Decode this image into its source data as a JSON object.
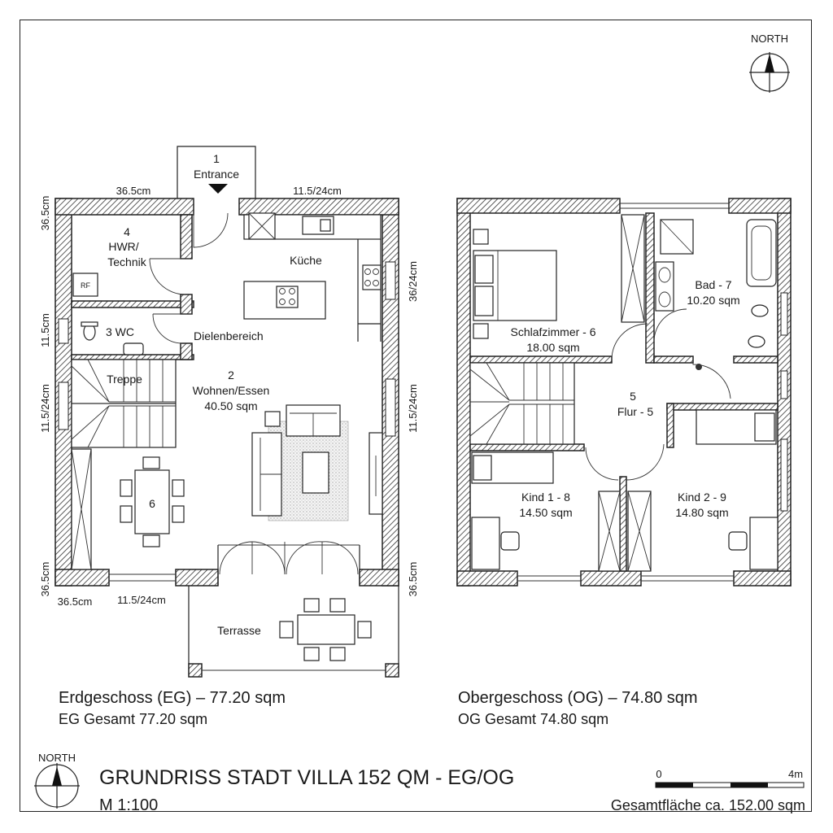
{
  "compass": {
    "label": "NORTH"
  },
  "legend_compass": {
    "label": "NORTH"
  },
  "ground_floor": {
    "entrance": {
      "number": "1",
      "label": "Entrance"
    },
    "hwr": {
      "number": "4",
      "line1": "HWR/",
      "line2": "Technik",
      "tag": "RF"
    },
    "wc": {
      "label": "3  WC"
    },
    "kitchen": {
      "label": "Küche"
    },
    "hall": {
      "label": "Dielenbereich"
    },
    "stair": {
      "label": "Treppe"
    },
    "living": {
      "number": "2",
      "name": "Wohnen/Essen",
      "area": "40.50 sqm"
    },
    "dining": {
      "number": "6"
    },
    "terrace": {
      "label": "Terrasse"
    },
    "dims": {
      "top_left": "36.5cm",
      "top_right": "11.5/24cm",
      "left_top": "36.5cm",
      "left_mid": "11.5cm",
      "left_low": "11.5/24cm",
      "right_top": "36/24cm",
      "right_mid": "11.5/24cm",
      "right_low": "36.5cm",
      "bottom_corner": "36.5cm",
      "bottom_left": "36.5cm",
      "bottom_mid": "11.5/24cm"
    },
    "caption": "Erdgeschoss (EG) – 77.20 sqm",
    "total": "EG Gesamt  77.20 sqm"
  },
  "upper_floor": {
    "bedroom": {
      "name": "Schlafzimmer - 6",
      "area": "18.00 sqm"
    },
    "bath": {
      "name": "Bad - 7",
      "area": "10.20 sqm"
    },
    "hall": {
      "number": "5",
      "name": "Flur - 5"
    },
    "kid1": {
      "name": "Kind 1 - 8",
      "area": "14.50 sqm"
    },
    "kid2": {
      "name": "Kind 2 - 9",
      "area": "14.80 sqm"
    },
    "caption": "Obergeschoss (OG) – 74.80 sqm",
    "total": "OG Gesamt  74.80 sqm"
  },
  "title_block": {
    "title": "GRUNDRISS STADT VILLA 152 QM - EG/OG",
    "scale": "M 1:100",
    "scale_bar_start": "0",
    "scale_bar_end": "4m",
    "total_area": "Gesamtfläche ca. 152.00 sqm"
  }
}
